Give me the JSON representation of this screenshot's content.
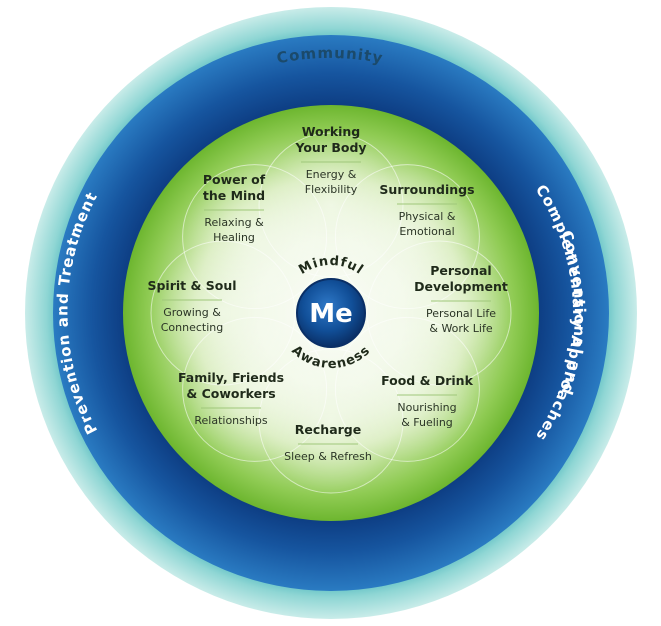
{
  "rings": {
    "outer_label": "Community",
    "left_label": "Prevention and Treatment",
    "right_label_line1": "Conventional and",
    "right_label_line2": "Complementary Approaches"
  },
  "center": {
    "label": "Me",
    "arc_top": "Mindful",
    "arc_bottom": "Awareness"
  },
  "segments": [
    {
      "id": "working-your-body",
      "title_lines": [
        "Working",
        "Your Body"
      ],
      "sub_lines": [
        "Energy &",
        "Flexibility"
      ]
    },
    {
      "id": "surroundings",
      "title_lines": [
        "Surroundings"
      ],
      "sub_lines": [
        "Physical &",
        "Emotional"
      ]
    },
    {
      "id": "personal-development",
      "title_lines": [
        "Personal",
        "Development"
      ],
      "sub_lines": [
        "Personal Life",
        "& Work Life"
      ]
    },
    {
      "id": "food-and-drink",
      "title_lines": [
        "Food & Drink"
      ],
      "sub_lines": [
        "Nourishing",
        "& Fueling"
      ]
    },
    {
      "id": "recharge",
      "title_lines": [
        "Recharge"
      ],
      "sub_lines": [
        "Sleep & Refresh"
      ]
    },
    {
      "id": "family-friends-coworkers",
      "title_lines": [
        "Family, Friends",
        "& Coworkers"
      ],
      "sub_lines": [
        "Relationships"
      ]
    },
    {
      "id": "spirit-and-soul",
      "title_lines": [
        "Spirit & Soul"
      ],
      "sub_lines": [
        "Growing &",
        "Connecting"
      ]
    },
    {
      "id": "power-of-the-mind",
      "title_lines": [
        "Power of",
        "the Mind"
      ],
      "sub_lines": [
        "Relaxing &",
        "Healing"
      ]
    }
  ],
  "colors": {
    "outer_ring": "#5fc7c7",
    "outer_ring_light": "#a9e2df",
    "blue_ring_dark": "#0d3f86",
    "blue_ring_mid": "#1a6bb5",
    "green_core": "#7cc242",
    "green_light": "#e9f4d7",
    "center_blue": "#0e4d93"
  }
}
